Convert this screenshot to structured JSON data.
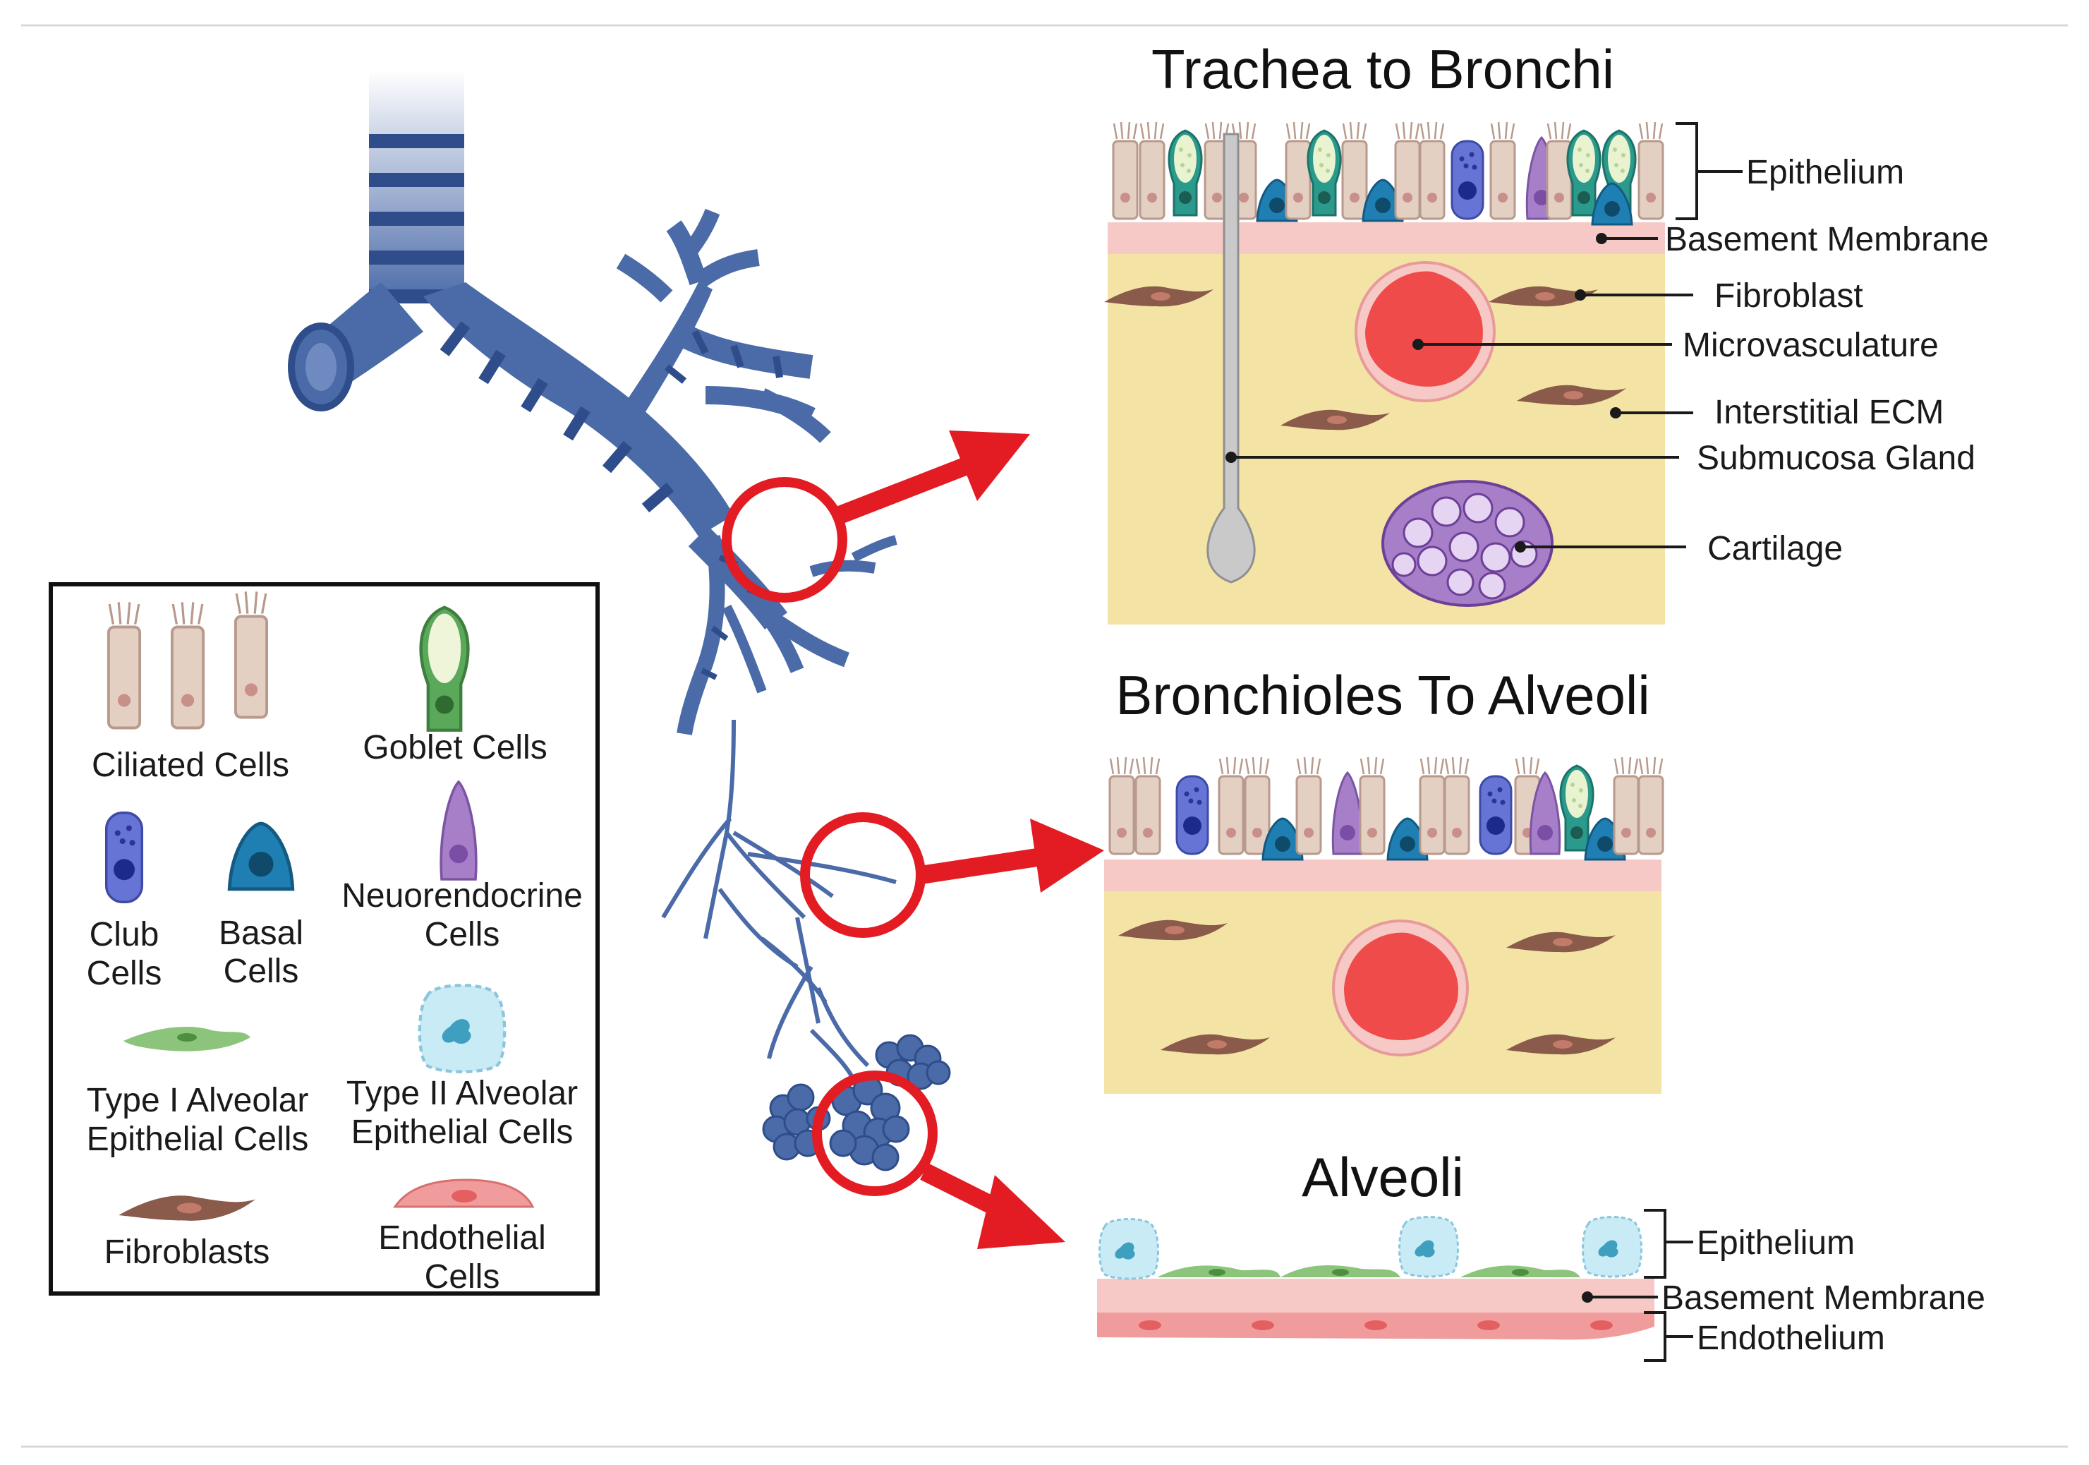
{
  "sections": {
    "trachea": {
      "title": "Trachea to Bronchi",
      "labels": {
        "epithelium": "Epithelium",
        "basement": "Basement Membrane",
        "fibroblast": "Fibroblast",
        "microvasculature": "Microvasculature",
        "interstitial": "Interstitial ECM",
        "submucosa": "Submucosa Gland",
        "cartilage": "Cartilage"
      }
    },
    "bronchioles": {
      "title": "Bronchioles To Alveoli"
    },
    "alveoli": {
      "title": "Alveoli",
      "labels": {
        "epithelium": "Epithelium",
        "basement": "Basement Membrane",
        "endothelium": "Endothelium"
      }
    }
  },
  "legend": {
    "ciliated": "Ciliated  Cells",
    "goblet": "Goblet Cells",
    "club_1": "Club",
    "club_2": "Cells",
    "basal_1": "Basal",
    "basal_2": "Cells",
    "neuro_1": "Neuorendocrine",
    "neuro_2": "Cells",
    "type1_1": "Type I Alveolar",
    "type1_2": "Epithelial Cells",
    "type2_1": "Type II Alveolar",
    "type2_2": "Epithelial Cells",
    "fibroblasts": "Fibroblasts",
    "endo_1": "Endothelial",
    "endo_2": "Cells"
  },
  "colors": {
    "airway": "#4a6aa8",
    "airway_dark": "#2f4d8a",
    "highlight": "#e31b23",
    "tissue": "#f3e3a4",
    "basement": "#f6c9c6",
    "ciliated": "#e4cfc3",
    "goblet": "#2a9a8c",
    "basal": "#1f7fb3",
    "club": "#6674d6",
    "neuro": "#a77fc9",
    "fibroblast": "#8a5a4a",
    "vessel": "#ef4b4b",
    "type1": "#8cc47c",
    "type2": "#bfe6f4",
    "endothelial": "#f19c9c"
  }
}
